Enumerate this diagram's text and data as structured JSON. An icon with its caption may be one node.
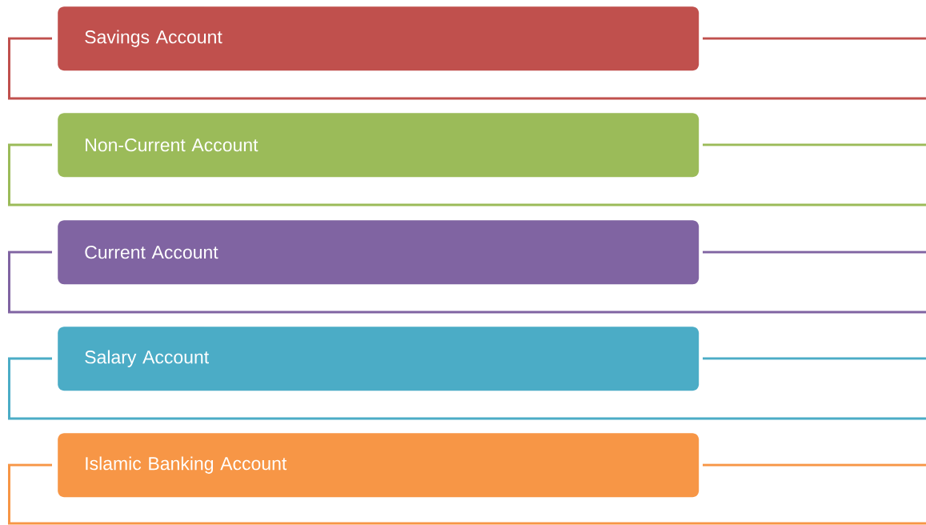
{
  "diagram": {
    "nodes": [
      {
        "text": [
          "Savings Account"
        ]
      },
      {
        "text": [
          "Non-Current Account"
        ]
      },
      {
        "text": [
          "Current Account"
        ]
      },
      {
        "text": [
          "Salary Account"
        ]
      },
      {
        "text": [
          "Islamic Banking Account"
        ]
      }
    ]
  }
}
